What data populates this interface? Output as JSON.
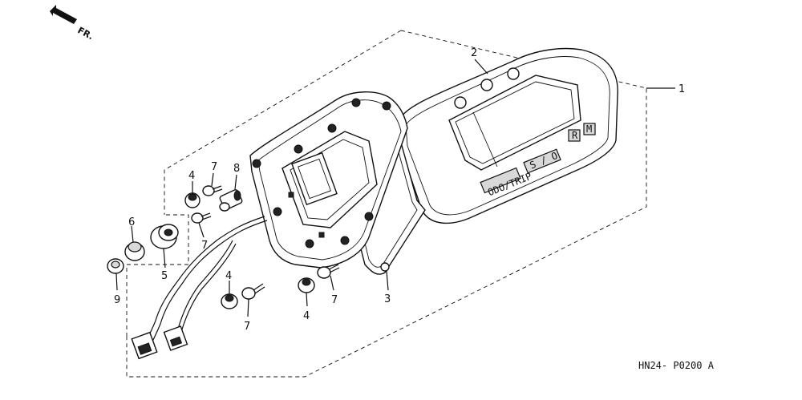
{
  "orientation": {
    "label": "FR."
  },
  "callouts": [
    {
      "id": "c1",
      "text": "1"
    },
    {
      "id": "c2",
      "text": "2"
    },
    {
      "id": "c3",
      "text": "3"
    },
    {
      "id": "c4a",
      "text": "4"
    },
    {
      "id": "c4b",
      "text": "4"
    },
    {
      "id": "c4c",
      "text": "4"
    },
    {
      "id": "c5",
      "text": "5"
    },
    {
      "id": "c6",
      "text": "6"
    },
    {
      "id": "c7a",
      "text": "7"
    },
    {
      "id": "c7b",
      "text": "7"
    },
    {
      "id": "c7c",
      "text": "7"
    },
    {
      "id": "c7d",
      "text": "7"
    },
    {
      "id": "c8",
      "text": "8"
    },
    {
      "id": "c9",
      "text": "9"
    }
  ],
  "panel_buttons": {
    "b1": "ODO/TRIP",
    "b2": "S / O",
    "b3": "R",
    "b4": "M"
  },
  "diagram_code": "HN24- P0200 A"
}
